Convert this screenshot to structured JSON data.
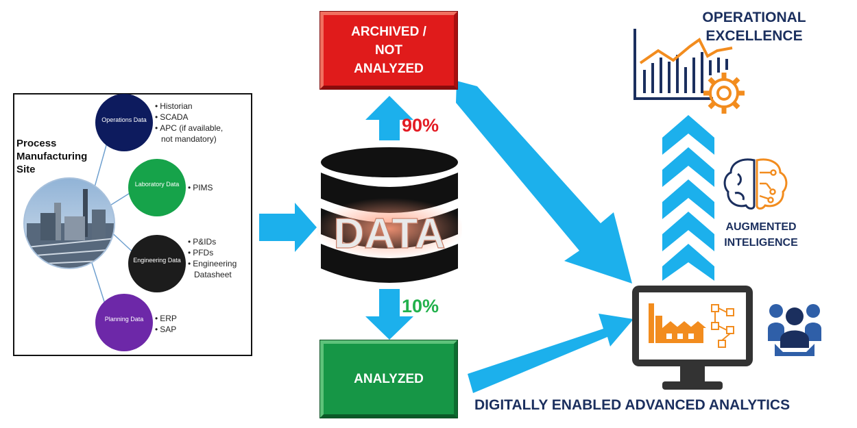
{
  "site_panel": {
    "title_lines": [
      "Process",
      "Manufacturing",
      "Site"
    ],
    "groups": [
      {
        "label": "Operations Data",
        "color": "#0d1b5e",
        "items": [
          "Historian",
          "SCADA",
          "APC (if available,",
          "not mandatory)"
        ]
      },
      {
        "label": "Laboratory Data",
        "color": "#16a34a",
        "items": [
          "PIMS"
        ]
      },
      {
        "label": "Engineering Data",
        "color": "#1c1c1c",
        "items": [
          "P&IDs",
          "PFDs",
          "Engineering",
          "Datasheet"
        ]
      },
      {
        "label": "Planning Data",
        "color": "#6d28a8",
        "items": [
          "ERP",
          "SAP"
        ]
      }
    ]
  },
  "database": {
    "label": "DATA"
  },
  "archived": {
    "lines": [
      "ARCHIVED /",
      "NOT",
      "ANALYZED"
    ],
    "percent": "90%",
    "color": "#e01b1b",
    "percent_color": "#e31b23"
  },
  "analyzed": {
    "label": "ANALYZED",
    "percent": "10%",
    "color": "#169646",
    "percent_color": "#22b14c"
  },
  "analytics": {
    "caption": "DIGITALLY ENABLED ADVANCED ANALYTICS"
  },
  "augmented": {
    "lines": [
      "AUGMENTED",
      "INTELIGENCE"
    ]
  },
  "excellence": {
    "lines": [
      "OPERATIONAL",
      "EXCELLENCE"
    ]
  },
  "colors": {
    "arrow": "#1cb0ec",
    "orange": "#f28c1e",
    "navy": "#1b2f5e",
    "frame": "#333333"
  },
  "icons": [
    "refinery-photo",
    "database-icon",
    "monitor-icon",
    "team-icon",
    "brain-icon",
    "gear-icon",
    "bar-chart-icon"
  ]
}
